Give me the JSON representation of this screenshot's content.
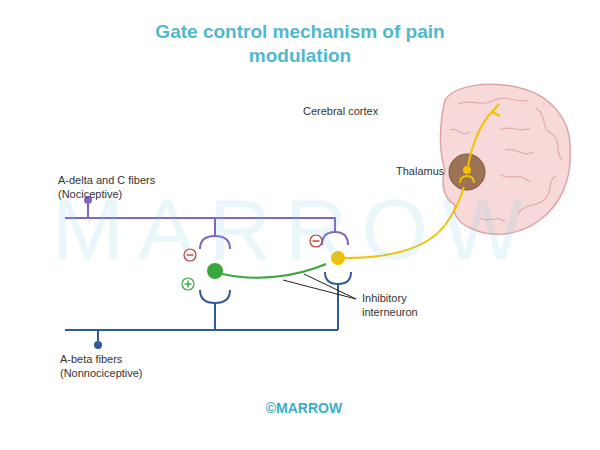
{
  "diagram": {
    "title": "Gate control mechanism of pain modulation",
    "labels": [
      "Cerebral cortex",
      "Thalamus",
      "A-delta and C fibers (Nociceptive)",
      "Inhibitory interneuron",
      "A-beta fibers (Nonnociceptive)",
      "MARROW",
      "©MARROW"
    ]
  }
}
